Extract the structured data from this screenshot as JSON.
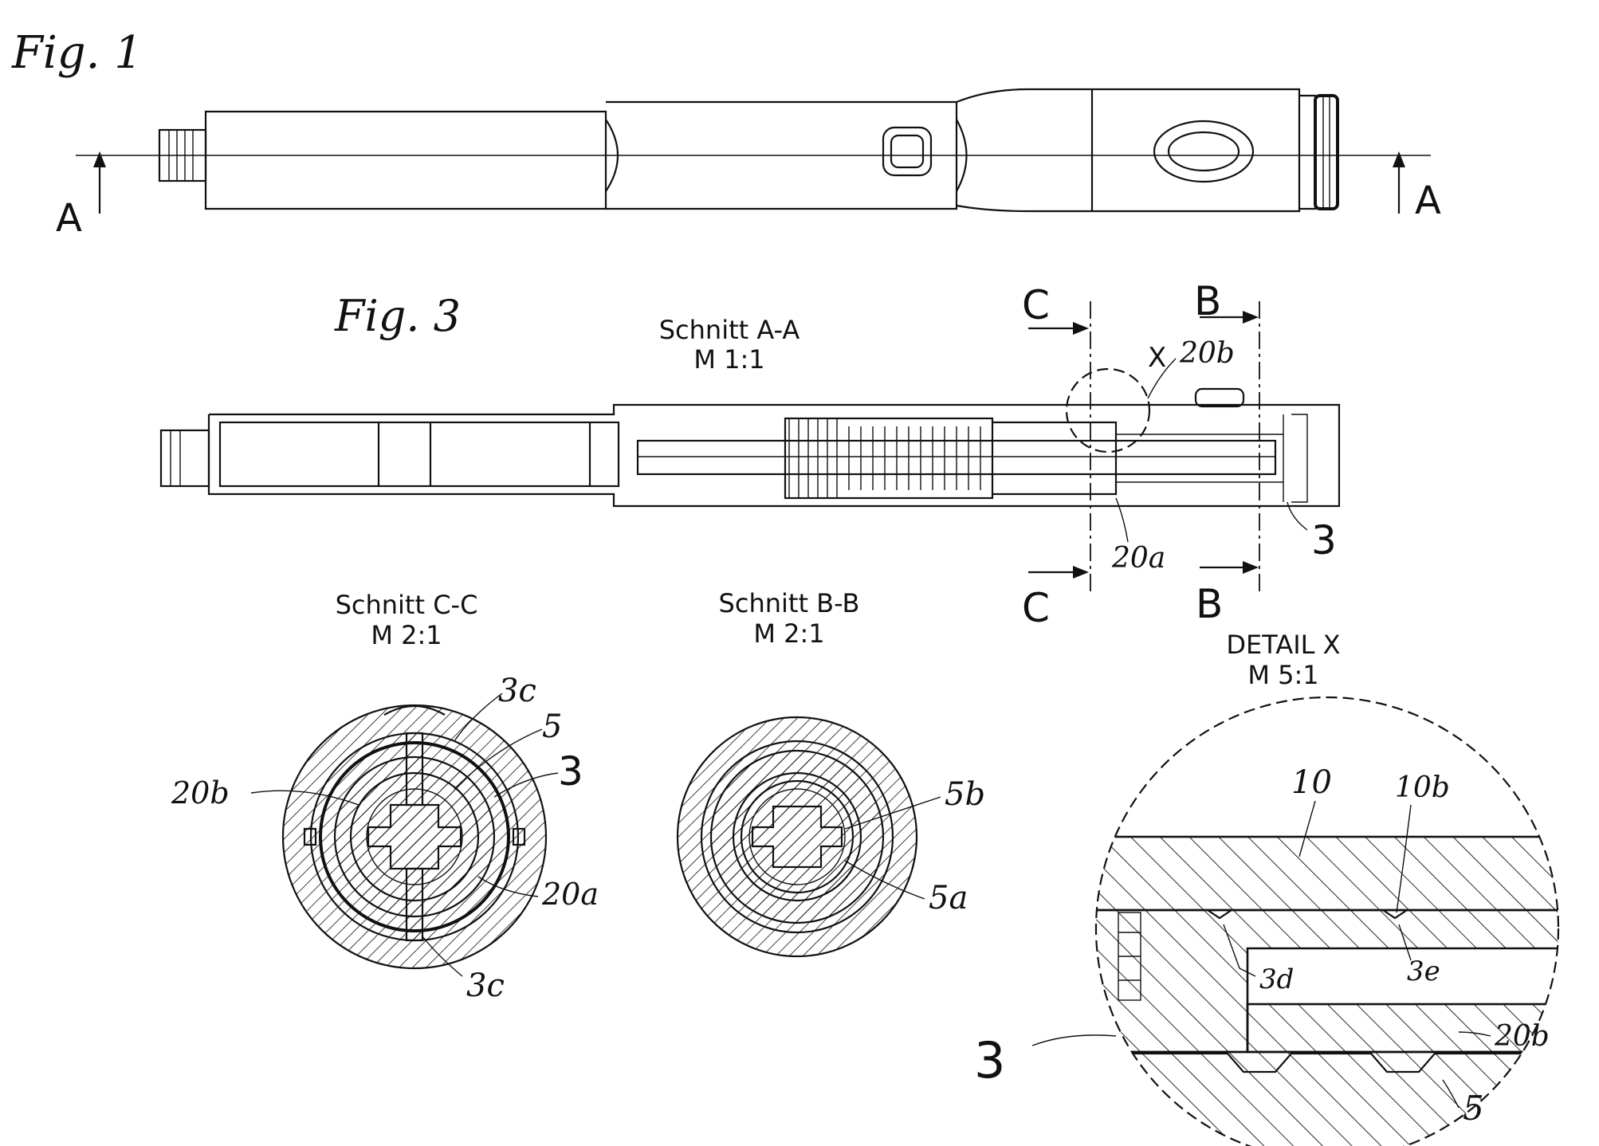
{
  "figure1": {
    "title": "Fig. 1",
    "section_marks": [
      "A",
      "A"
    ]
  },
  "figure3": {
    "title": "Fig. 3",
    "section_label": "Schnitt  A-A",
    "scale": "M  1:1",
    "cut_marks": [
      "C",
      "C",
      "B",
      "B"
    ],
    "detail_marker": "X",
    "refs": [
      "20b",
      "20a",
      "3"
    ]
  },
  "section_cc": {
    "label": "Schnitt  C-C",
    "scale": "M  2:1",
    "refs": [
      "3c",
      "5",
      "3",
      "20b",
      "20a",
      "3c"
    ]
  },
  "section_bb": {
    "label": "Schnitt  B-B",
    "scale": "M  2:1",
    "refs": [
      "5b",
      "5a"
    ]
  },
  "detail_x": {
    "label": "DETAIL  X",
    "scale": "M  5:1",
    "refs": [
      "10",
      "10b",
      "3d",
      "3e",
      "20b",
      "3",
      "5"
    ]
  }
}
